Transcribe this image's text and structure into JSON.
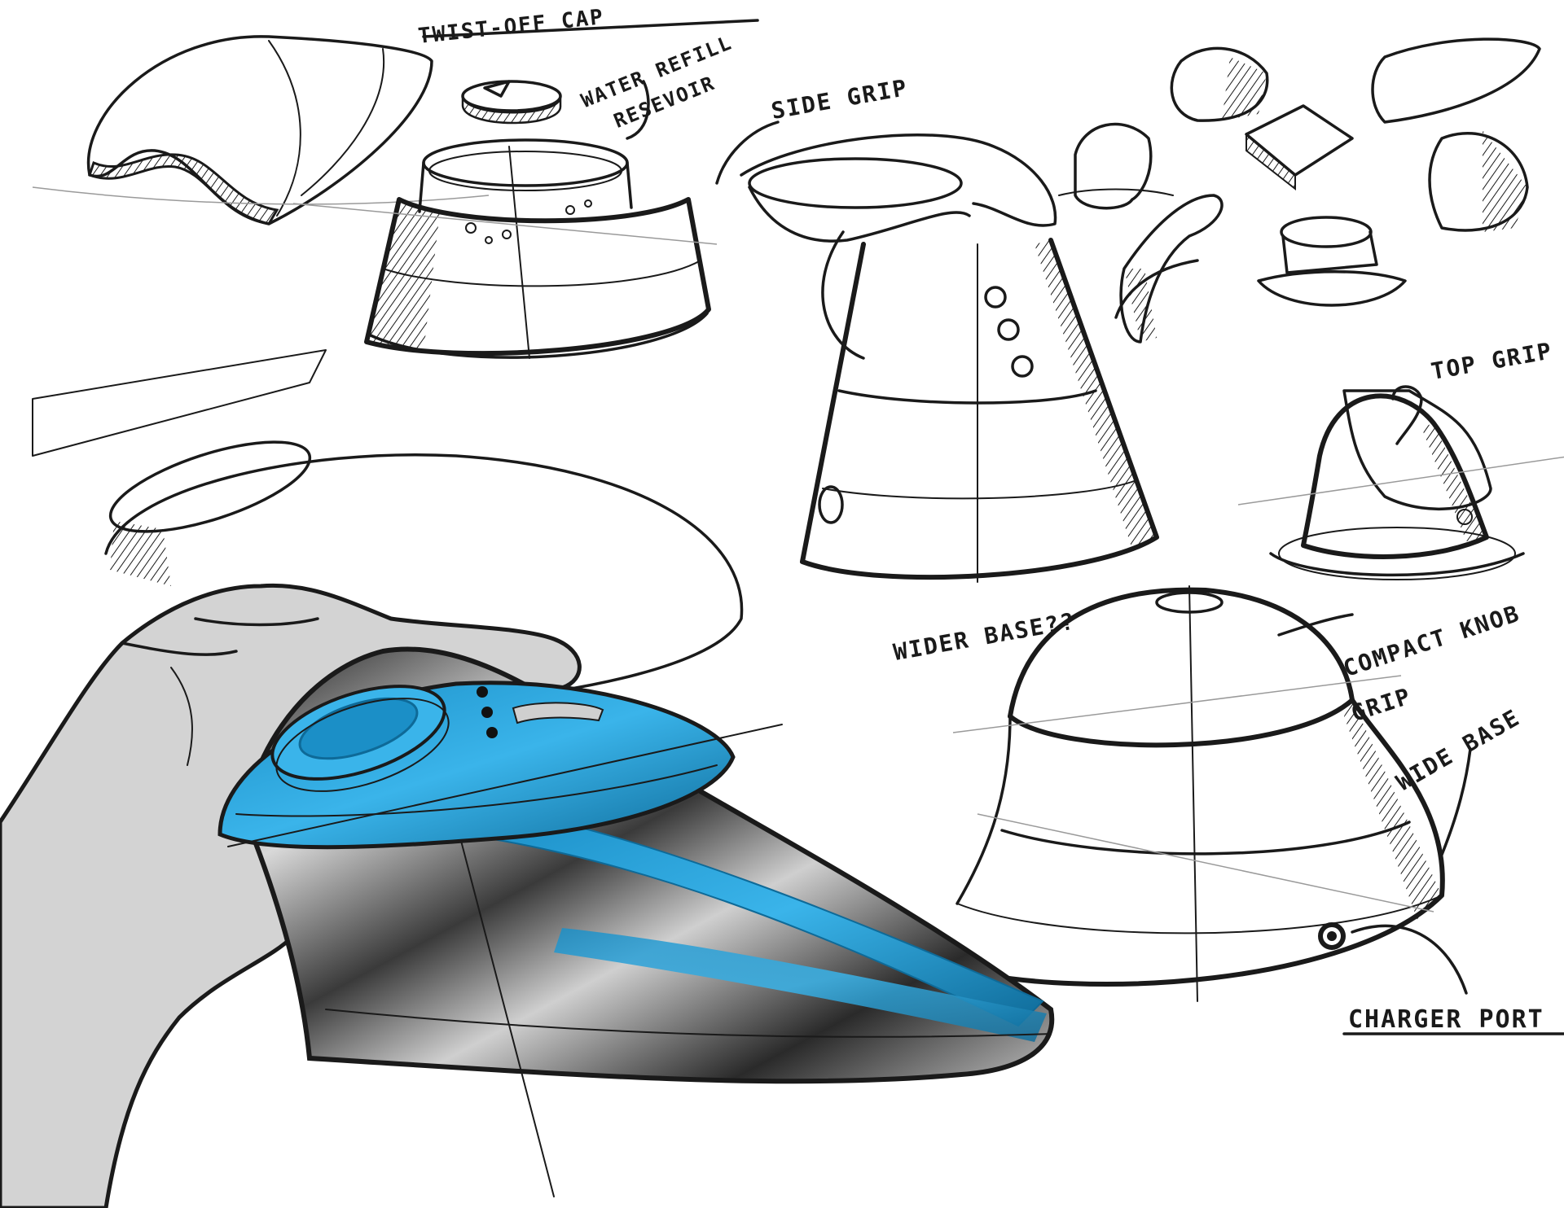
{
  "annotations": {
    "twist_off_cap": "TWIST-OFF CAP",
    "water_refill_1": "WATER REFILL",
    "water_refill_2": "RESEVOIR",
    "side_grip": "SIDE GRIP",
    "top_grip": "TOP GRIP",
    "wider_base": "WIDER BASE??",
    "compact_knob_1": "COMPACT KNOB",
    "compact_knob_2": "GRIP",
    "wide_base": "WIDE BASE",
    "charger_port": "CHARGER PORT"
  },
  "colors": {
    "accent": "#2aa3d9",
    "accent_dark": "#0f6f9f",
    "hand_fill": "#d3d3d3",
    "ink": "#1a1a1a",
    "chrome_dark": "#2b2b2b",
    "chrome_mid": "#8a8a8a"
  },
  "icons": [
    "rotate-arrow-icon"
  ]
}
